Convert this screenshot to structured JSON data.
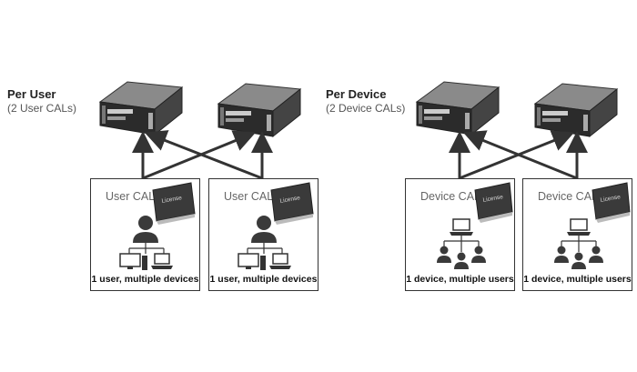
{
  "per_user": {
    "title": "Per User",
    "subtitle": "(2 User CALs)",
    "cards": [
      {
        "label": "User CAL",
        "book_text": "License",
        "caption": "1 user, multiple devices"
      },
      {
        "label": "User CAL",
        "book_text": "License",
        "caption": "1 user, multiple devices"
      }
    ]
  },
  "per_device": {
    "title": "Per Device",
    "subtitle": "(2 Device CALs)",
    "cards": [
      {
        "label": "Device CAL",
        "book_text": "License",
        "caption": "1 device, multiple users"
      },
      {
        "label": "Device CAL",
        "book_text": "License",
        "caption": "1 device, multiple users"
      }
    ]
  },
  "icons": {
    "server": "server-icon",
    "license_book": "license-book-icon",
    "user": "user-icon",
    "desktop": "desktop-computer-icon",
    "laptop": "laptop-icon"
  },
  "colors": {
    "server_dark": "#2b2b2b",
    "server_light": "#8a8a8a",
    "arrow": "#333333",
    "text_label": "#666666"
  }
}
